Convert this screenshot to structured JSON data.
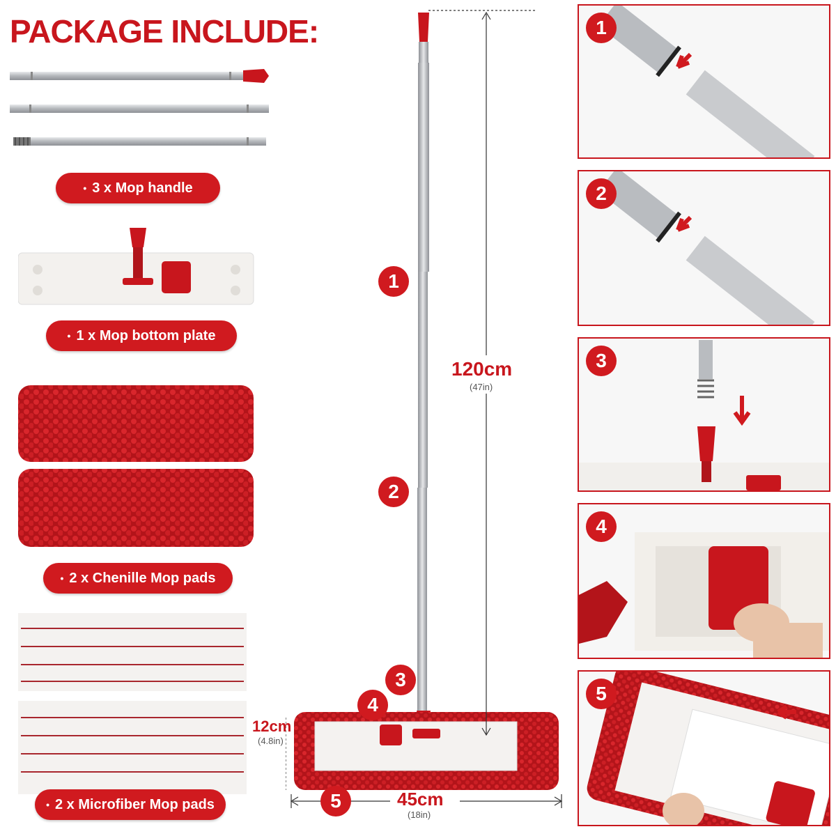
{
  "header": {
    "title": "PACKAGE INCLUDE:"
  },
  "items": [
    {
      "label": "3 x Mop handle"
    },
    {
      "label": "1 x Mop bottom plate"
    },
    {
      "label": "2 x Chenille Mop pads"
    },
    {
      "label": "2 x Microfiber Mop pads"
    }
  ],
  "bullet": "•",
  "assembly_markers": [
    "1",
    "2",
    "3",
    "4",
    "5"
  ],
  "steps": [
    {
      "number": "1"
    },
    {
      "number": "2"
    },
    {
      "number": "3"
    },
    {
      "number": "4"
    },
    {
      "number": "5"
    }
  ],
  "dimensions": {
    "height": "120cm",
    "height_in": "(47in)",
    "width": "45cm",
    "width_in": "(18in)",
    "depth": "12cm",
    "depth_in": "(4.8in)"
  },
  "colors": {
    "brand_red": "#d01a1f",
    "border_red": "#c8161d",
    "steel": "#b9bcc0"
  }
}
